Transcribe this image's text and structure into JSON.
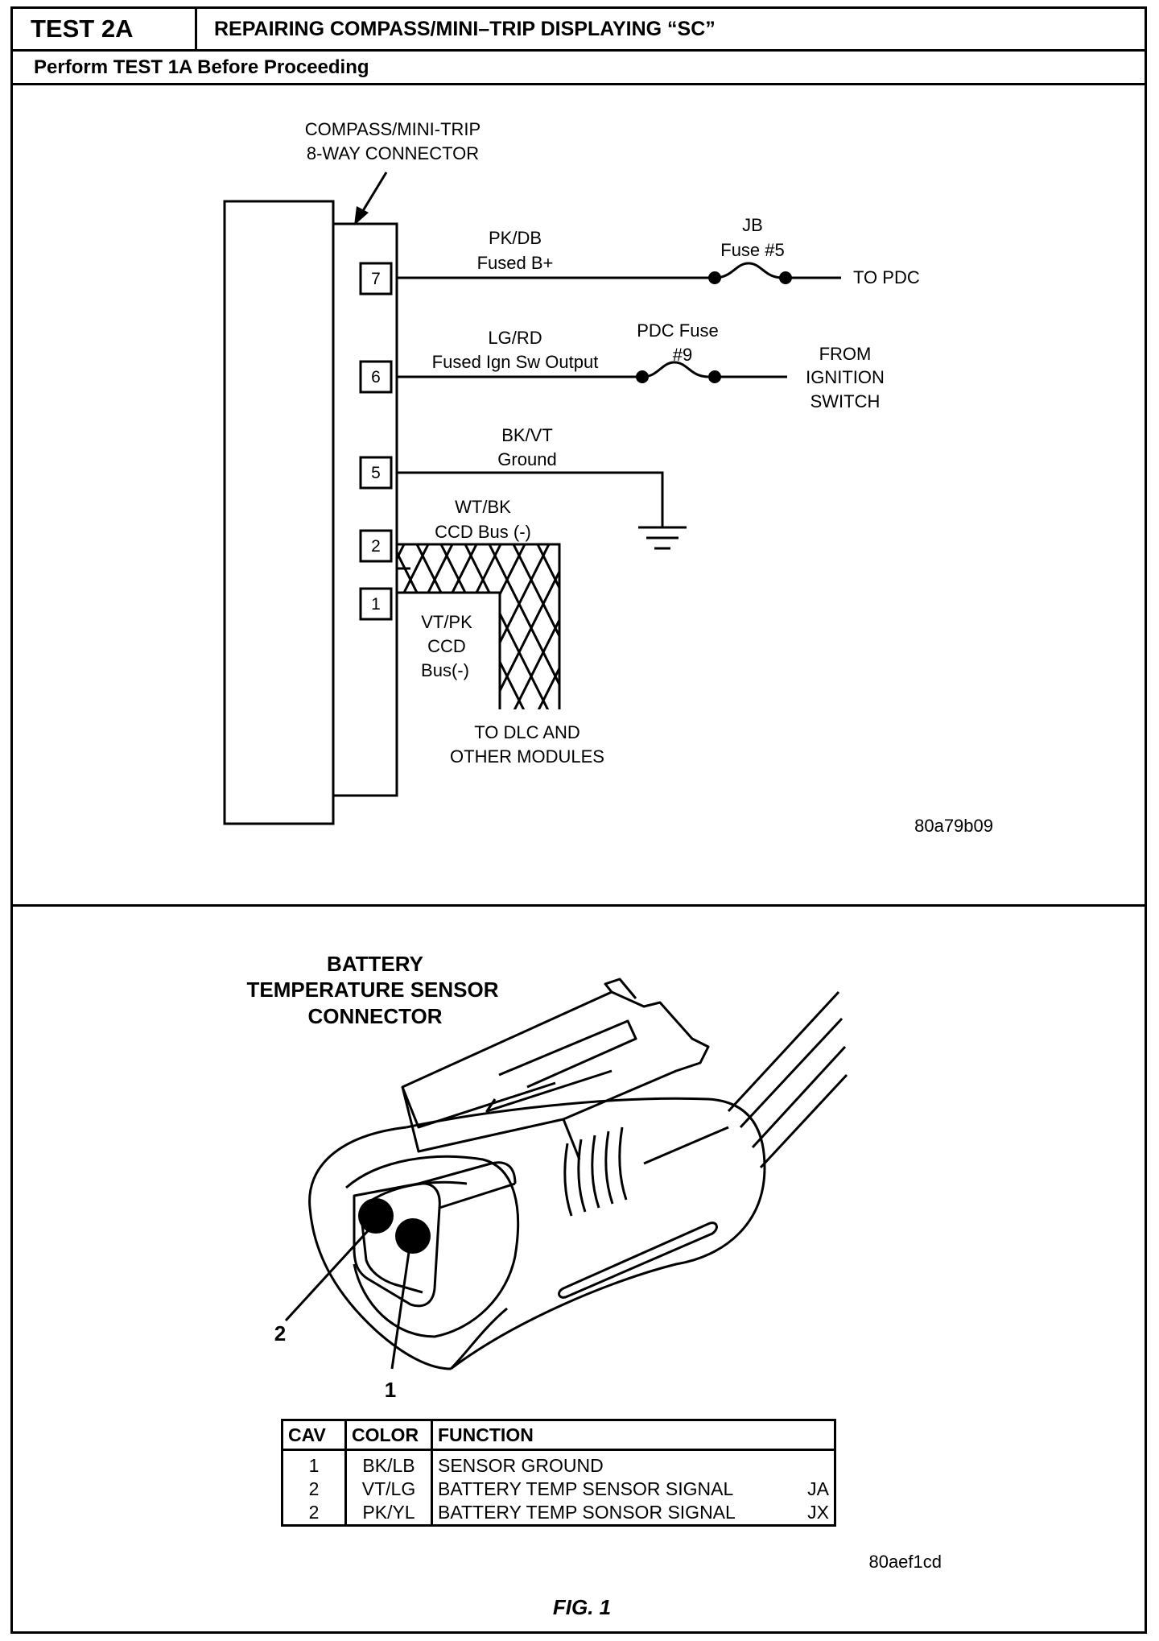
{
  "header": {
    "test_id": "TEST 2A",
    "title": "REPAIRING COMPASS/MINI–TRIP DISPLAYING “SC”",
    "subtitle": "Perform TEST 1A Before Proceeding"
  },
  "diagram1": {
    "connector_label_line1": "COMPASS/MINI-TRIP",
    "connector_label_line2": "8-WAY CONNECTOR",
    "pins": [
      {
        "number": "7",
        "color": "PK/DB",
        "desc": "Fused B+"
      },
      {
        "number": "6",
        "color": "LG/RD",
        "desc": "Fused Ign Sw Output"
      },
      {
        "number": "5",
        "color": "BK/VT",
        "desc": "Ground"
      },
      {
        "number": "2",
        "color": "WT/BK",
        "desc": "CCD Bus (-)"
      },
      {
        "number": "1",
        "color": "VT/PK",
        "desc_line1": "CCD",
        "desc_line2": "Bus(-)"
      }
    ],
    "jb_fuse_line1": "JB",
    "jb_fuse_line2": "Fuse #5",
    "to_pdc": "TO PDC",
    "pdc_fuse_line1": "PDC Fuse",
    "pdc_fuse_line2": "#9",
    "from_ign_line1": "FROM",
    "from_ign_line2": "IGNITION",
    "from_ign_line3": "SWITCH",
    "to_dlc_line1": "TO DLC AND",
    "to_dlc_line2": "OTHER MODULES",
    "figure_id": "80a79b09"
  },
  "diagram2": {
    "title_line1": "BATTERY",
    "title_line2": "TEMPERATURE SENSOR",
    "title_line3": "CONNECTOR",
    "callout_2": "2",
    "callout_1": "1",
    "figure_id": "80aef1cd",
    "caption": "FIG. 1"
  },
  "table": {
    "headers": [
      "CAV",
      "COLOR",
      "FUNCTION"
    ],
    "rows": [
      {
        "cav": "1",
        "color": "BK/LB",
        "function": "SENSOR GROUND",
        "code": ""
      },
      {
        "cav": "2",
        "color": "VT/LG",
        "function": "BATTERY TEMP SENSOR SIGNAL",
        "code": "JA"
      },
      {
        "cav": "2",
        "color": "PK/YL",
        "function": "BATTERY TEMP SONSOR SIGNAL",
        "code": "JX"
      }
    ]
  }
}
